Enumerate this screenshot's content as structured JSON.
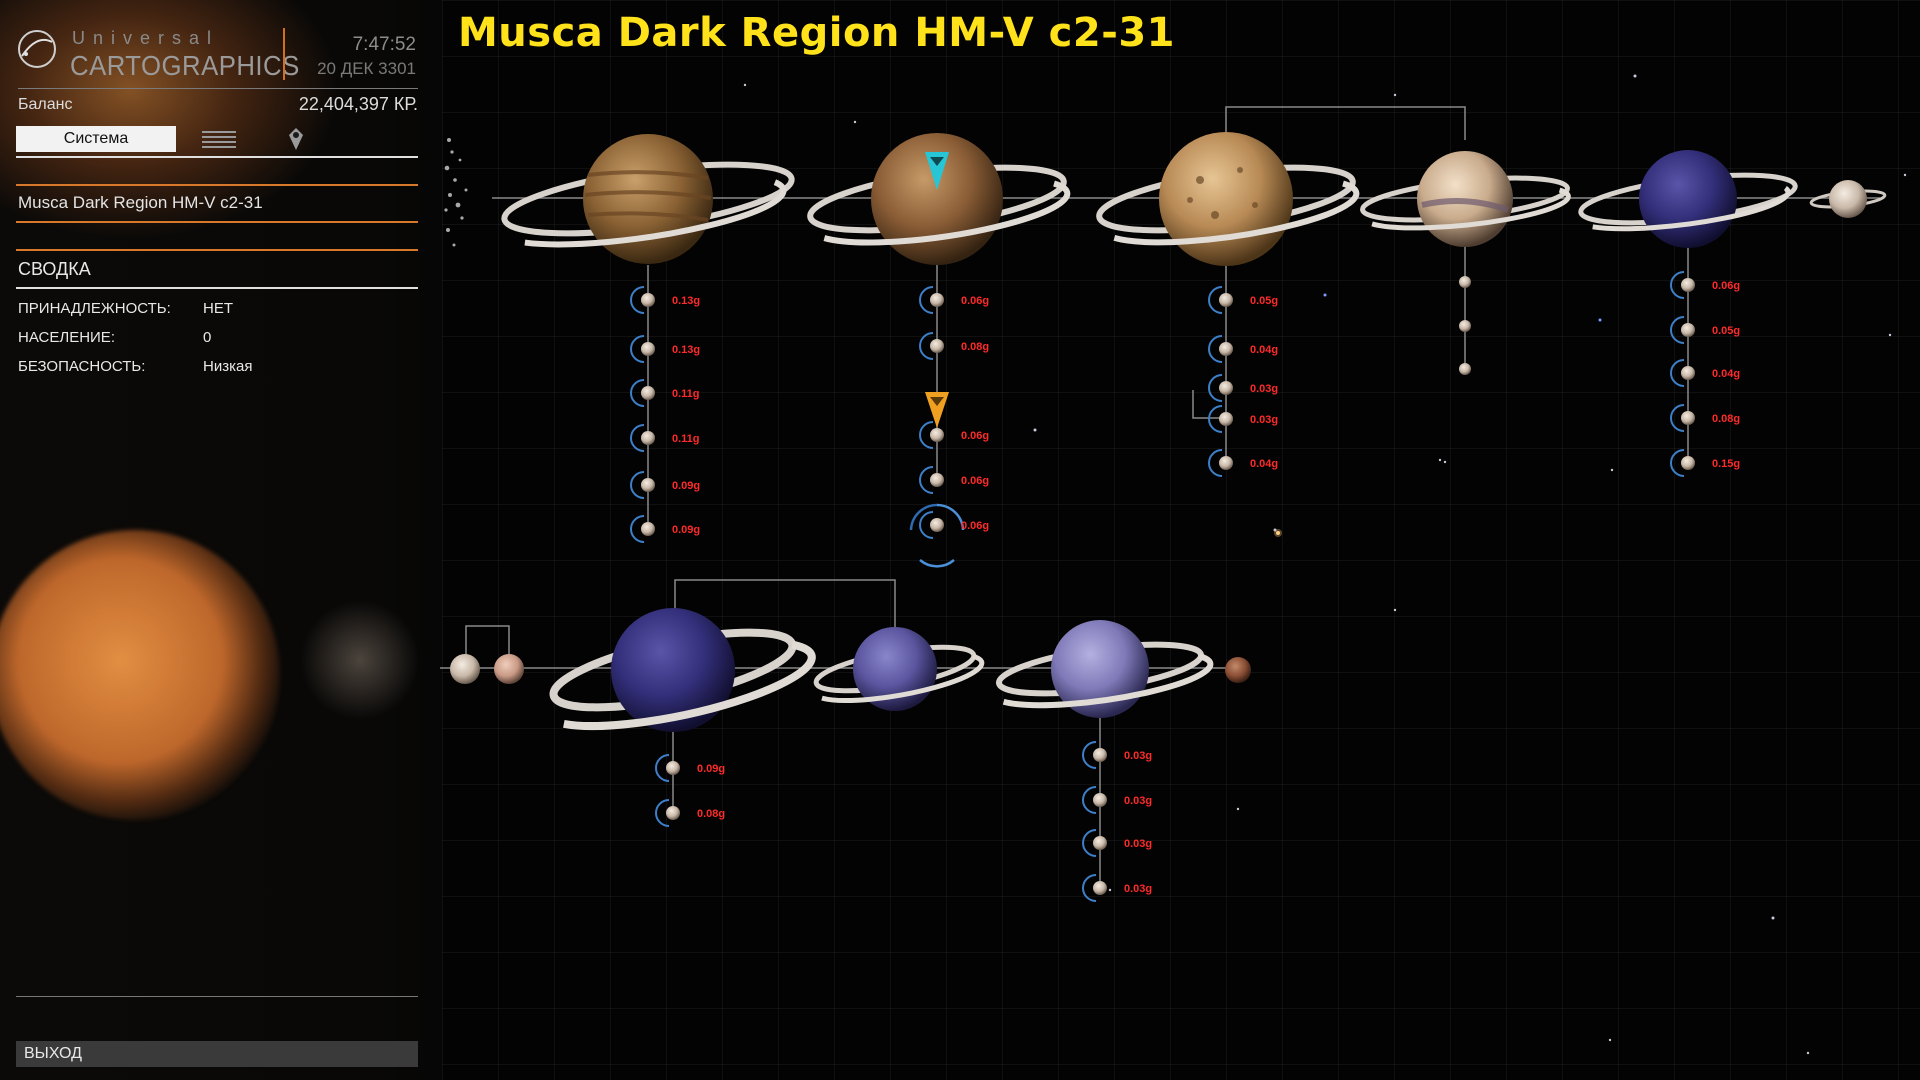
{
  "header": {
    "logo_top": "Universal",
    "logo_bottom": "CARTOGRAPHICS",
    "time": "7:47:52",
    "date": "20 ДЕК 3301"
  },
  "balance": {
    "label": "Баланс",
    "value": "22,404,397 КР."
  },
  "tabs": {
    "system": "Система",
    "list_icon": "list-icon",
    "marker_icon": "map-marker-icon"
  },
  "system_name": "Musca Dark Region HM-V c2-31",
  "summary": {
    "heading": "СВОДКА",
    "rows": [
      {
        "label": "ПРИНАДЛЕЖНОСТЬ:",
        "value": "НЕТ"
      },
      {
        "label": "НАСЕЛЕНИЕ:",
        "value": "0"
      },
      {
        "label": "БЕЗОПАСНОСТЬ:",
        "value": "Низкая"
      }
    ]
  },
  "exit": "ВЫХОД",
  "map_title": "Musca Dark Region HM-V c2-31",
  "colors": {
    "accent": "#d8782a",
    "title": "#ffe21a",
    "gravity": "#ff2a2a",
    "nav": "#27c6d6",
    "target": "#f0a020"
  },
  "moon_groups": [
    {
      "planet": "gas-giant-1",
      "gravities": [
        "0.13g",
        "0.13g",
        "0.11g",
        "0.11g",
        "0.09g",
        "0.09g"
      ]
    },
    {
      "planet": "gas-giant-2",
      "gravities": [
        "0.06g",
        "0.08g",
        "0.06g",
        "0.06g",
        "0.06g"
      ]
    },
    {
      "planet": "gas-giant-3",
      "gravities": [
        "0.05g",
        "0.04g",
        "0.03g",
        "0.03g",
        "0.04g"
      ]
    },
    {
      "planet": "gas-giant-5",
      "gravities": [
        "0.06g",
        "0.05g",
        "0.04g",
        "0.08g",
        "0.15g"
      ]
    },
    {
      "planet": "gas-giant-7",
      "gravities": [
        "0.09g",
        "0.08g"
      ]
    },
    {
      "planet": "gas-giant-9",
      "gravities": [
        "0.03g",
        "0.03g",
        "0.03g",
        "0.03g"
      ]
    }
  ]
}
